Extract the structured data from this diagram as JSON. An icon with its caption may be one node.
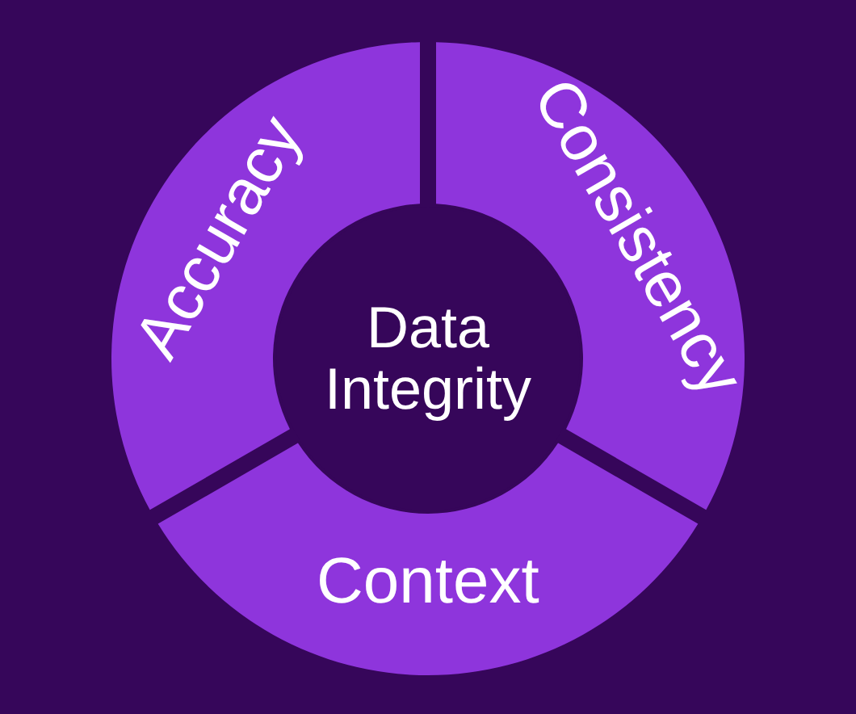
{
  "diagram": {
    "nodes": [
      {
        "text": [
          "Accuracy"
        ]
      },
      {
        "text": [
          "Consistency"
        ]
      },
      {
        "text": [
          "Data Integrity"
        ]
      },
      {
        "text": [
          "Context"
        ]
      }
    ]
  }
}
